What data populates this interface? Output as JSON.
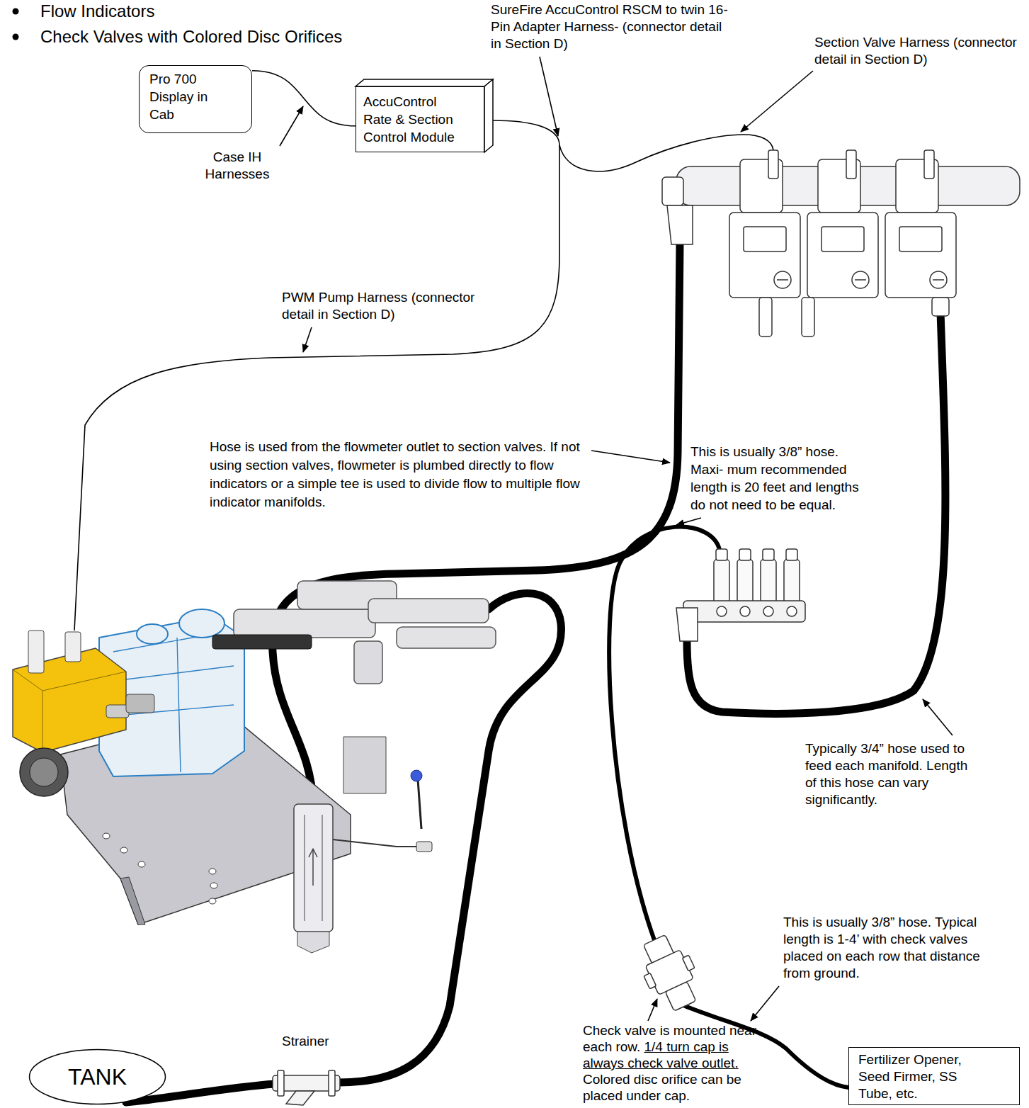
{
  "diagram": {
    "nodes": [
      {
        "text": [
          "Pro 700 Display in Cab"
        ]
      },
      {
        "text": [
          "AccuControl Rate & Section Control Module"
        ]
      },
      {
        "text": [
          "TANK"
        ]
      },
      {
        "text": [
          "Fertilizer Opener, Seed Firmer, SS Tube, etc."
        ]
      }
    ],
    "edges": [
      {
        "from": 0,
        "to": 1,
        "arrow": "none"
      }
    ],
    "labels": [
      "Flow Indicators",
      "Check Valves with Colored Disc Orifices",
      "SureFire AccuControl RSCM to twin 16-Pin Adapter Harness- (connector detail in Section D)",
      "Section Valve Harness (connector detail in Section D)",
      "Case IH Harnesses",
      "PWM Pump Harness (connector detail in Section D)",
      "Hose is used from the flowmeter outlet to section valves. If not using section valves, flowmeter is plumbed directly to flow indicators or a simple tee is used to divide flow to multiple flow indicator manifolds.",
      "This is usually 3/8” hose. Maxi- mum recommended length is 20 feet and lengths do not need to be equal.",
      "Typically 3/4” hose used to feed each manifold. Length of this hose can vary significantly.",
      "Strainer",
      "Check valve is mounted near each row.",
      "1/4 turn cap is always check valve outlet.",
      "Colored disc orifice can be placed under cap.",
      "This is usually 3/8” hose. Typical length is 1-4’ with check valves placed on each row that distance from ground."
    ]
  }
}
